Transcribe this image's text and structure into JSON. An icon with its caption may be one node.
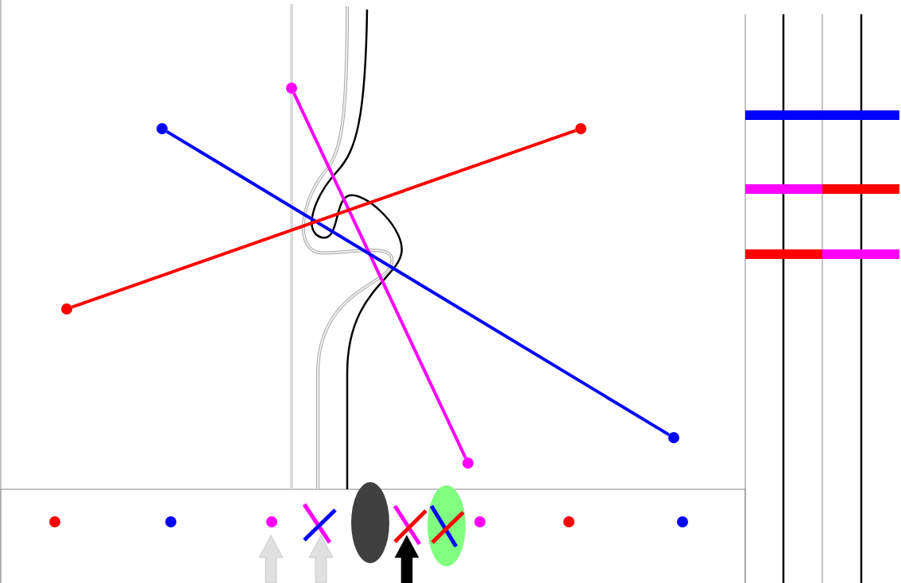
{
  "diagram": {
    "nodes": [
      {
        "text": [],
        "shape": "circle"
      },
      {
        "text": [],
        "shape": "circle"
      },
      {
        "text": [],
        "shape": "circle"
      },
      {
        "text": [],
        "shape": "circle"
      },
      {
        "text": [],
        "shape": "circle"
      },
      {
        "text": [],
        "shape": "circle"
      }
    ],
    "edges": [
      {
        "from": 0,
        "to": 5,
        "arrow": "none",
        "color": "#ff00ff"
      },
      {
        "from": 1,
        "to": 4,
        "arrow": "none",
        "color": "#0000ff"
      },
      {
        "from": 2,
        "to": 3,
        "arrow": "none",
        "color": "#ff0000"
      }
    ]
  }
}
